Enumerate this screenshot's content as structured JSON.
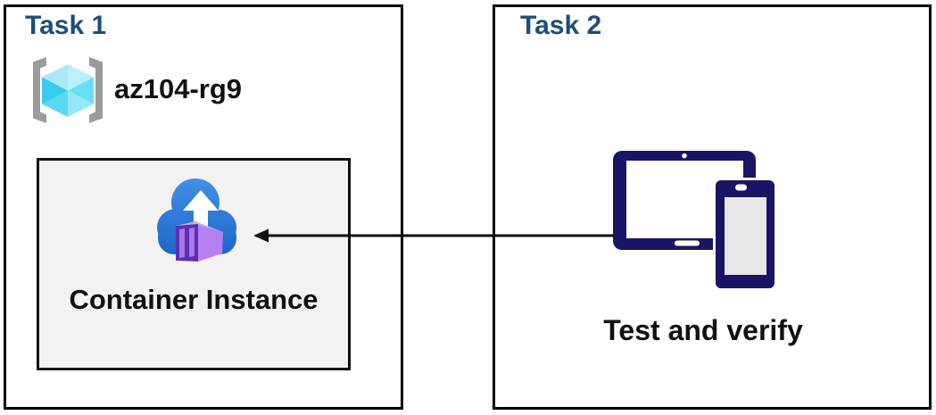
{
  "task1": {
    "title": "Task 1",
    "resource_group_name": "az104-rg9",
    "container_label": "Container Instance"
  },
  "task2": {
    "title": "Task 2",
    "devices_label": "Test and verify"
  },
  "connector": {
    "from": "task2-devices",
    "to": "task1-container-instance",
    "style": "solid-line",
    "head": "left-arrowhead"
  },
  "icons": {
    "resource_group": "azure-resource-group-icon",
    "container_instance": "azure-container-instance-icon",
    "devices": "tablet-and-phone-icon"
  },
  "colors": {
    "task_title": "#1d4e79",
    "box_border": "#000000",
    "container_box_fill": "#f2f2f2",
    "device_navy": "#1a1464",
    "device_screen_gray": "#e8e8e8",
    "white": "#ffffff",
    "cloud_blue_top": "#3e90e6",
    "cloud_blue_bottom": "#1f66c8",
    "container_purple_face": "#b480f2",
    "container_purple_top": "#cba6f6",
    "container_purple_dark": "#5f2db4",
    "container_purple_slat": "#a678e8",
    "cube_cyan_top_left": "#a6eaf7",
    "cube_cyan_top_right": "#b9f0fa",
    "cube_cyan_right": "#6adef5",
    "cube_cyan_bottom_right": "#93e9f8",
    "cube_cyan_bottom_left": "#5ad8f3",
    "cube_cyan_left": "#36ccee",
    "bracket_gray": "#9b9b9b",
    "arrow_black": "#0f0f0f"
  }
}
